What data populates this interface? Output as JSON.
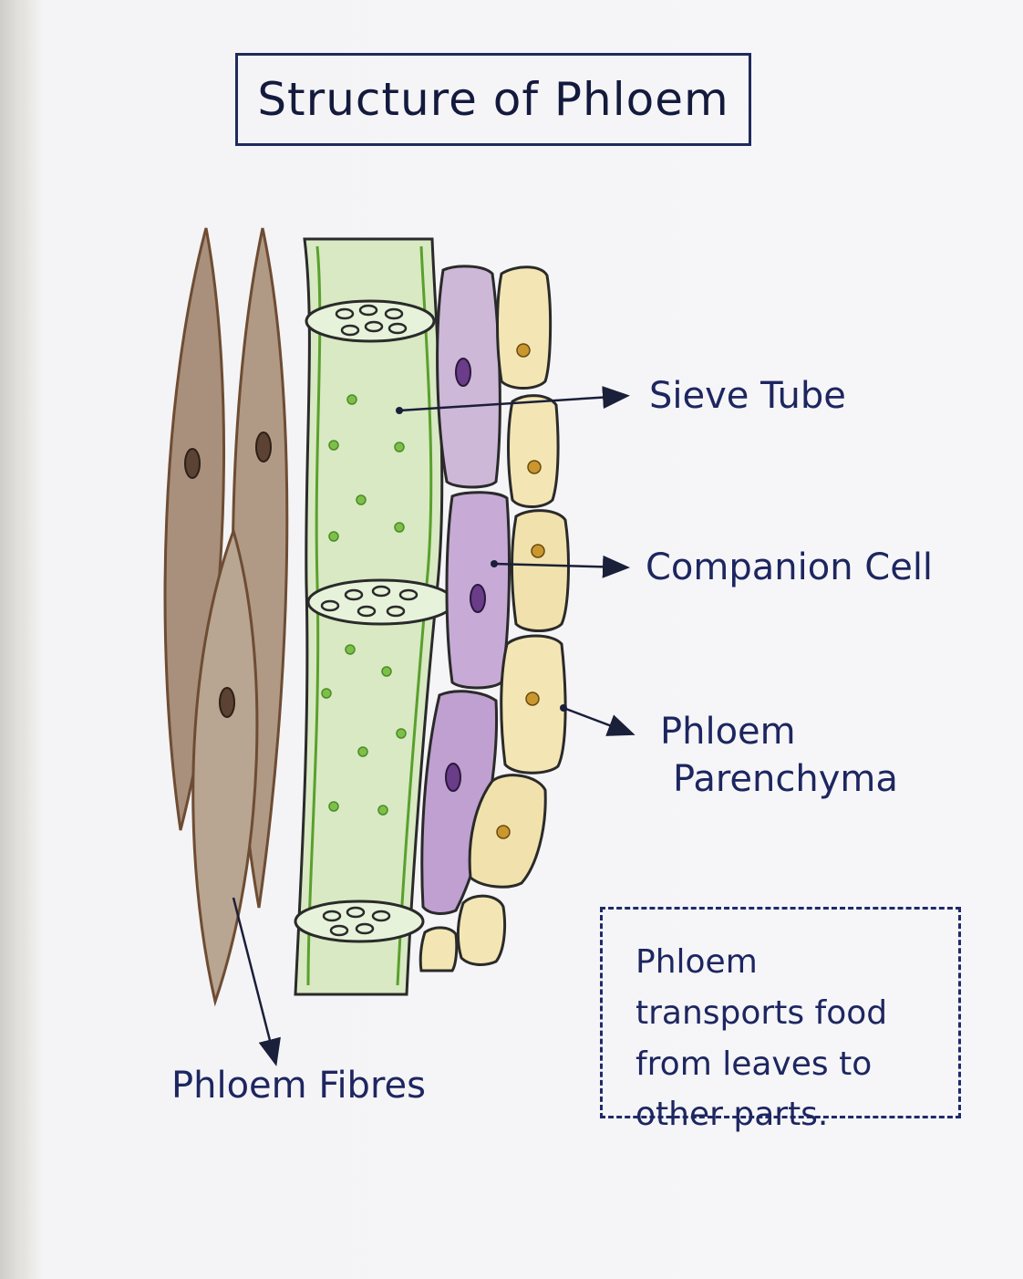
{
  "title": "Structure of Phloem",
  "labels": {
    "sieve_tube": "Sieve Tube",
    "companion_cell": "Companion Cell",
    "phloem_parenchyma_line1": "Phloem",
    "phloem_parenchyma_line2": "Parenchyma",
    "phloem_fibres": "Phloem Fibres"
  },
  "note": "Phloem transports food from leaves to other parts.",
  "colors": {
    "ink": "#1d2660",
    "fibre": "#a8907c",
    "sieve_tube": "#d8e9c4",
    "companion_cell": "#cdb8d8",
    "parenchyma": "#f3e6b4"
  }
}
